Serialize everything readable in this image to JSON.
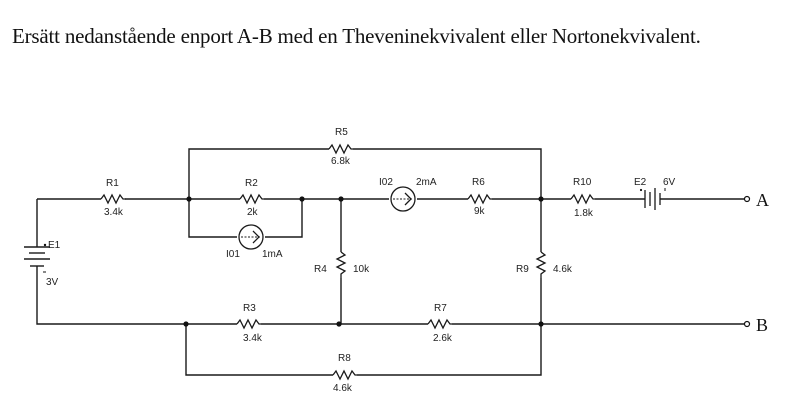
{
  "title": "Ersätt nedanstående enport A-B med en Theveninekvivalent eller Nortonekvivalent.",
  "terminals": {
    "a": "A",
    "b": "B"
  },
  "components": {
    "R1": {
      "name": "R1",
      "value": "3.4k"
    },
    "R2": {
      "name": "R2",
      "value": "2k"
    },
    "R3": {
      "name": "R3",
      "value": "3.4k"
    },
    "R4": {
      "name": "R4",
      "value": "10k"
    },
    "R5": {
      "name": "R5",
      "value": "6.8k"
    },
    "R6": {
      "name": "R6",
      "value": "9k"
    },
    "R7": {
      "name": "R7",
      "value": "2.6k"
    },
    "R8": {
      "name": "R8",
      "value": "4.6k"
    },
    "R9": {
      "name": "R9",
      "value": "4.6k"
    },
    "R10": {
      "name": "R10",
      "value": "1.8k"
    },
    "I01": {
      "name": "I01",
      "value": "1mA"
    },
    "I02": {
      "name": "I02",
      "value": "2mA"
    },
    "E1": {
      "name": "E1",
      "value": "3V"
    },
    "E2": {
      "name": "E2",
      "value": "6V"
    }
  }
}
